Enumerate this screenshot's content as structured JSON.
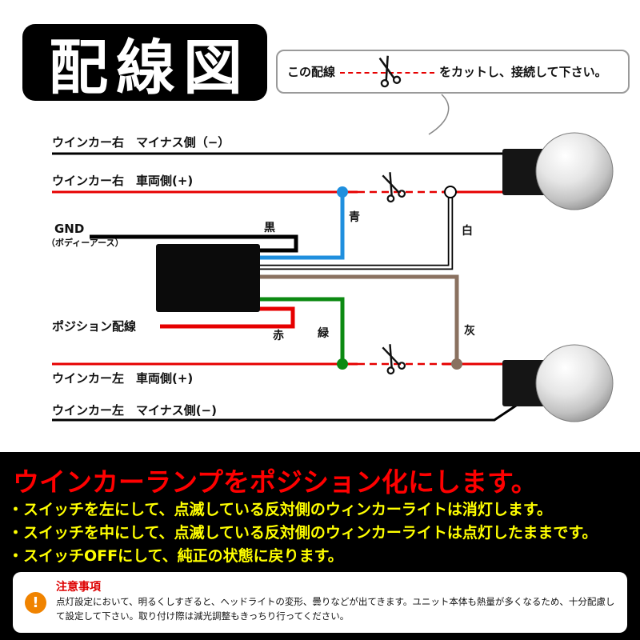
{
  "title": "配線図",
  "cut_note": {
    "prefix": "この配線",
    "suffix": "をカットし、接続して下さい。"
  },
  "diagram": {
    "wire_right_minus": "ウインカー右　マイナス側（−）",
    "wire_right_plus": "ウインカー右　車両側(+)",
    "gnd": "GND",
    "gnd_sub": "（ボディーアース）",
    "position_wire": "ポジション配線",
    "wire_left_plus": "ウインカー左　車両側(+)",
    "wire_left_minus": "ウインカー左　マイナス側(−)",
    "wire_color_black": "黒",
    "wire_color_blue": "青",
    "wire_color_white": "白",
    "wire_color_red": "赤",
    "wire_color_green": "緑",
    "wire_color_gray": "灰"
  },
  "footer": {
    "headline": "ウインカーランプをポジション化にします。",
    "bullets": [
      "・スイッチを左にして、点滅している反対側のウィンカーライトは消灯します。",
      "・スイッチを中にして、点滅している反対側のウィンカーライトは点灯したままです。",
      "・スイッチOFFにして、純正の状態に戻ります。"
    ],
    "notice_title": "注意事項",
    "notice_body": "点灯設定において、明るくしすぎると、ヘッドライトの変形、曇りなどが出てきます。ユニット本体も熱量が多くなるため、十分配慮して設定して下さい。取り付け際は減光調整もきっちり行ってください。"
  },
  "colors": {
    "wire_red": "#e60000",
    "wire_blue": "#1f8fde",
    "wire_green": "#0c8a12",
    "wire_gray": "#8a7160",
    "headline_red": "#ff0000",
    "bullet_yellow": "#ffff00",
    "notice_red": "#dd0000",
    "warning_orange": "#f08300"
  }
}
